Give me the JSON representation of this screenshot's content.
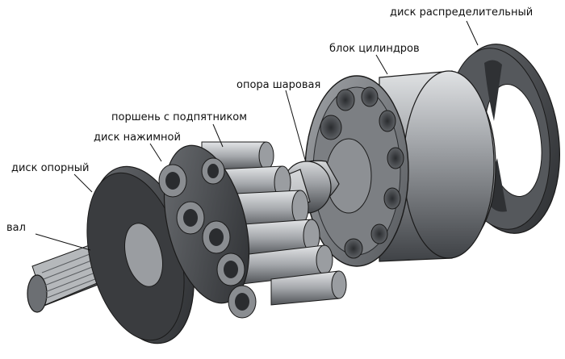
{
  "labels": {
    "shaft": "вал",
    "support_disk": "диск опорный",
    "pressure_disk": "диск нажимной",
    "piston_with_slipper": "поршень с подпятником",
    "ball_support": "опора шаровая",
    "cylinder_block": "блок цилиндров",
    "distribution_disk": "диск распределительный"
  },
  "colors": {
    "metal_dark": "#3d3f42",
    "metal_mid": "#7b7e82",
    "metal_light": "#c9cbcd",
    "outline": "#1a1a1a",
    "label_text": "#111111"
  }
}
